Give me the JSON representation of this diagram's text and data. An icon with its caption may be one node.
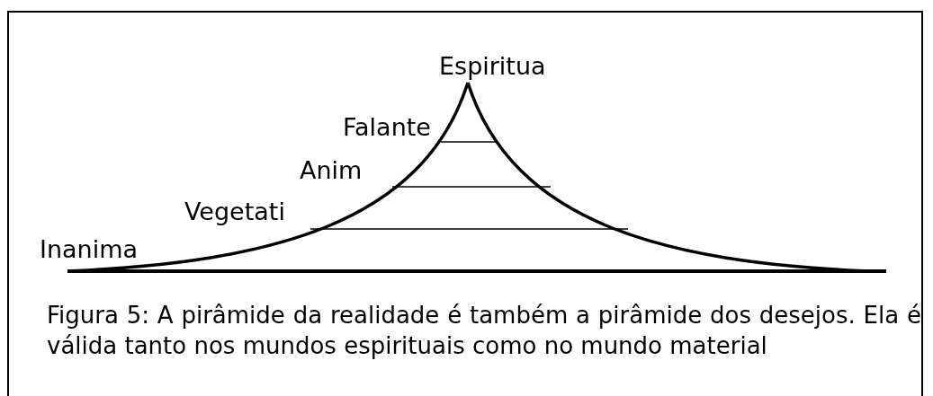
{
  "diagram": {
    "caption": "Figura 5: A pirâmide da realidade é também a pirâmide dos desejos. Ela é válida tanto nos mundos espirituais como no mundo material",
    "labels": [
      "Espiritua",
      "Falante",
      "Anim",
      "Vegetati",
      "Inanima"
    ]
  }
}
